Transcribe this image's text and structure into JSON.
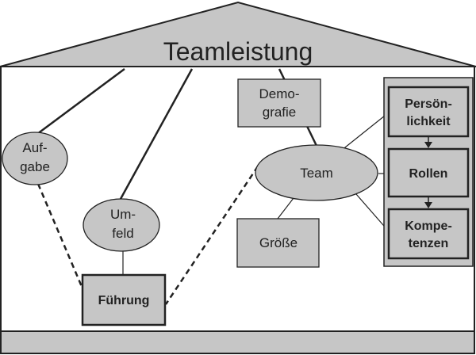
{
  "title": "Teamleistung",
  "nodes": {
    "aufgabe": [
      "Auf-",
      "gabe"
    ],
    "umfeld": [
      "Um-",
      "feld"
    ],
    "fuehrung": "Führung",
    "demografie": [
      "Demo-",
      "grafie"
    ],
    "team": "Team",
    "groesse": "Größe",
    "persoenlichkeit": [
      "Persön-",
      "lichkeit"
    ],
    "rollen": "Rollen",
    "kompetenzen": [
      "Kompe-",
      "tenzen"
    ]
  },
  "colors": {
    "fill": "#c6c6c6",
    "stroke": "#222222",
    "background": "#ffffff"
  }
}
